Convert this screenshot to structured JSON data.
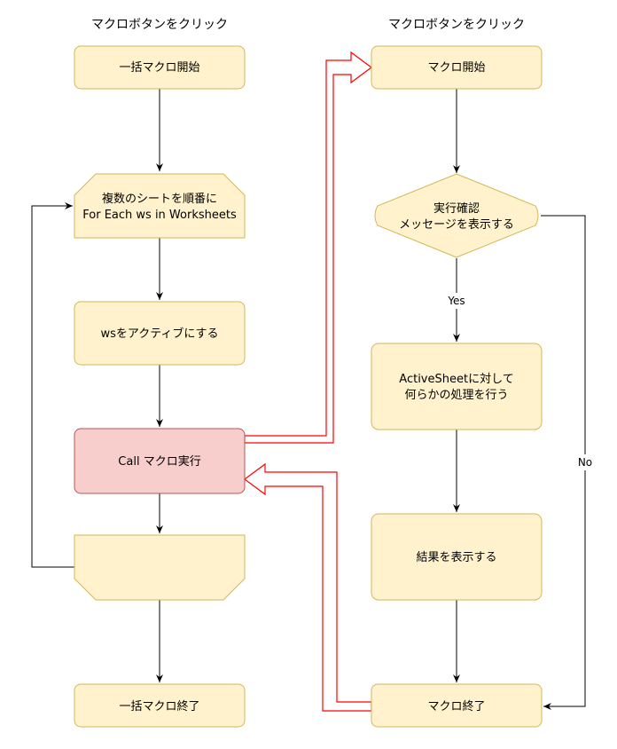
{
  "colors": {
    "node_fill": "#fff2cc",
    "node_stroke": "#d6b656",
    "call_fill": "#f8cecc",
    "call_stroke": "#b85450",
    "line": "#000000",
    "flow_arrow": "#ff0000"
  },
  "left_column": {
    "title": "マクロボタンをクリック",
    "start": "一括マクロ開始",
    "loop_start": [
      "複数のシートを順番に",
      "For Each ws in Worksheets"
    ],
    "activate": "wsをアクティブにする",
    "call": "Call マクロ実行",
    "loop_end": "",
    "end": "一括マクロ終了"
  },
  "right_column": {
    "title": "マクロボタンをクリック",
    "start": "マクロ開始",
    "decision": [
      "実行確認",
      "メッセージを表示する"
    ],
    "process": [
      "ActiveSheetに対して",
      "何らかの処理を行う"
    ],
    "result": "結果を表示する",
    "end": "マクロ終了"
  },
  "edge_labels": {
    "yes": "Yes",
    "no": "No"
  }
}
